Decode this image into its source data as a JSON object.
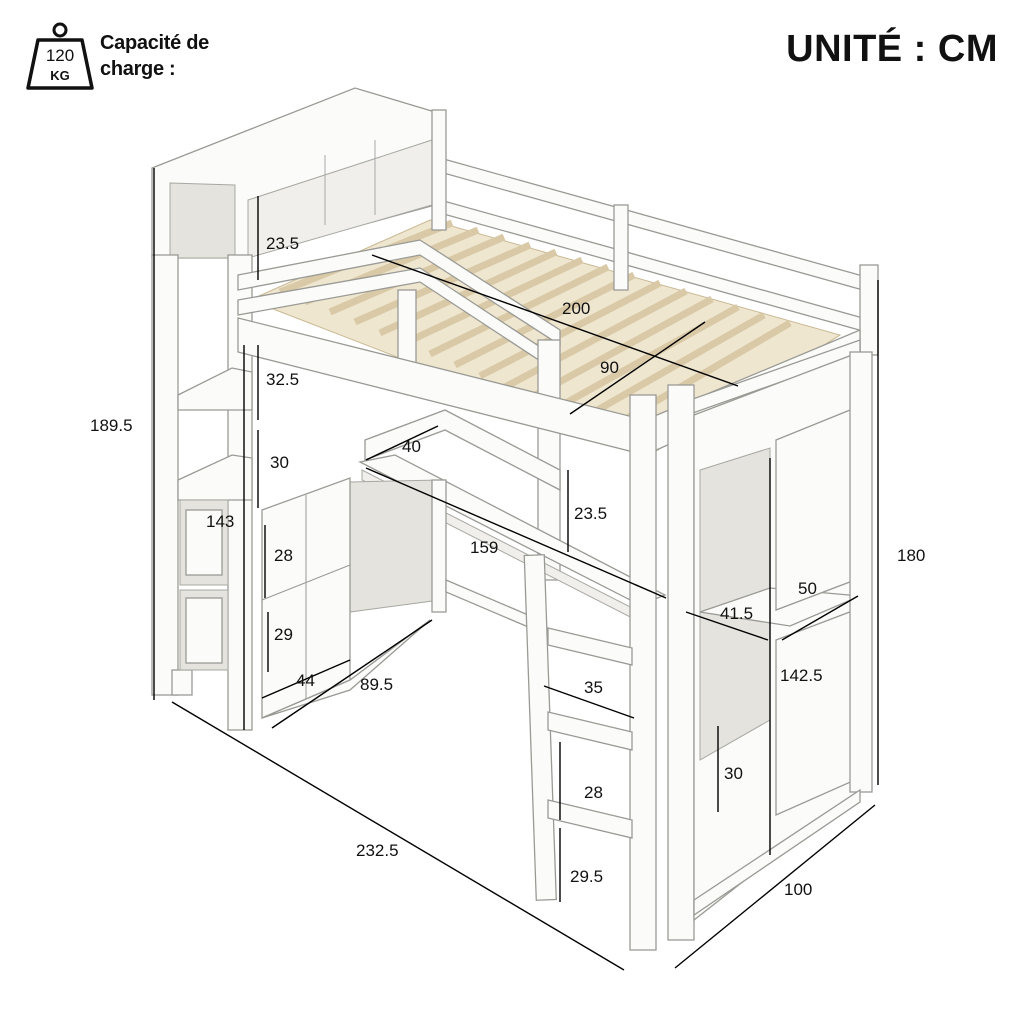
{
  "header": {
    "weight_value": "120",
    "weight_unit": "KG",
    "capacity_line1": "Capacité de",
    "capacity_line2": "charge :",
    "unit_label": "UNITÉ : CM"
  },
  "dimensions": {
    "total_height_left": "189.5",
    "total_height_right": "180",
    "total_length": "232.5",
    "total_depth": "100",
    "bed_length": "200",
    "bed_width": "90",
    "bookcase_top_height": "23.5",
    "shelf_height_1": "32.5",
    "shelf_height_2": "30",
    "shelf_height_3": "28",
    "shelf_height_4": "29",
    "desk_height": "143",
    "desk_depth": "40",
    "desk_width": "159",
    "desk_clearance": "23.5",
    "bookcase_depth": "44",
    "bookcase_width": "89.5",
    "ladder_width": "35",
    "ladder_step_1": "28",
    "ladder_step_2": "29.5",
    "cabinet_width": "41.5",
    "cabinet_depth": "50",
    "cabinet_height": "142.5",
    "cabinet_shelf": "30"
  },
  "colors": {
    "wood_white": "#fbfbf9",
    "slat_wood": "#d9c9a6",
    "outline": "#9a9a95",
    "dimension_line": "#000000"
  }
}
